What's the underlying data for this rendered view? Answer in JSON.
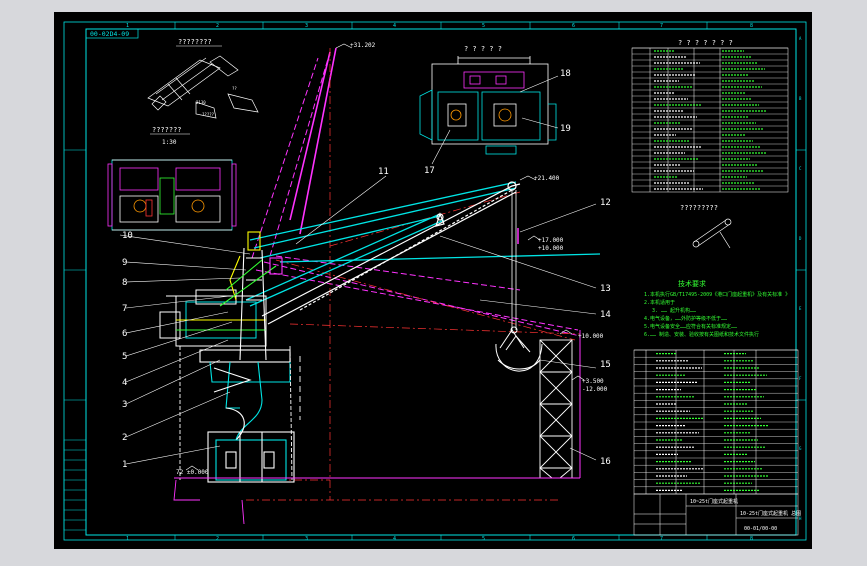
{
  "colors": {
    "frame_bg": "#ecedf0",
    "canvas": "#000000",
    "border": "#00e5e5",
    "cyan": "#00e5e5",
    "white": "#ffffff",
    "magenta": "#ff33ff",
    "yellow": "#f5f500",
    "green": "#33ff33",
    "red": "#ff3333",
    "orange": "#ff9900"
  },
  "drawing": {
    "drawing_number_tag": "00-02D4-09",
    "top_zone_numbers": [
      "1",
      "2",
      "3",
      "4",
      "5",
      "6",
      "7",
      "8"
    ],
    "bottom_zone_numbers": [
      "1",
      "2",
      "3",
      "4",
      "5",
      "6",
      "7",
      "8"
    ],
    "view_titles": {
      "left_top": "????????",
      "left_mid": "???????",
      "left_mid_scale": "1:30",
      "center_top": "? ? ? ? ?",
      "right_top": "? ? ? ? ? ? ?",
      "right_mid": "?????????"
    },
    "elevations": {
      "e1": "+31.202",
      "e2": "+21.400",
      "e3": "+17.000",
      "e4": "+10.000",
      "e5": "+10.000",
      "e6": "+3.500",
      "e7": "-12.000",
      "e8": "72 ±0.000"
    },
    "callouts_left": [
      "10",
      "9",
      "8",
      "7",
      "6",
      "5",
      "4",
      "3",
      "2",
      "1"
    ],
    "callouts_right": [
      "11",
      "12",
      "13",
      "14",
      "15",
      "16"
    ],
    "callouts_plan": [
      "18",
      "19",
      "17"
    ],
    "tech_notes_title": "技术要求",
    "tech_notes": [
      "1.本机执行GB/T17495-2009《港口门座起重机》及有关标准 》",
      "2.本机适用于",
      "3.  …… 起升机构……",
      "4.电气设备，……外防护等级不低于……",
      "5.电气设备安全……应符合有关标准规定……",
      "6.…… 制造、安装、验收按有关图纸和技术文件执行"
    ],
    "title_block": {
      "name": "10~25t门座式起重机",
      "name2": "10-25t门座式起重机 总图",
      "drawing_no": "00-01/00-00"
    }
  }
}
